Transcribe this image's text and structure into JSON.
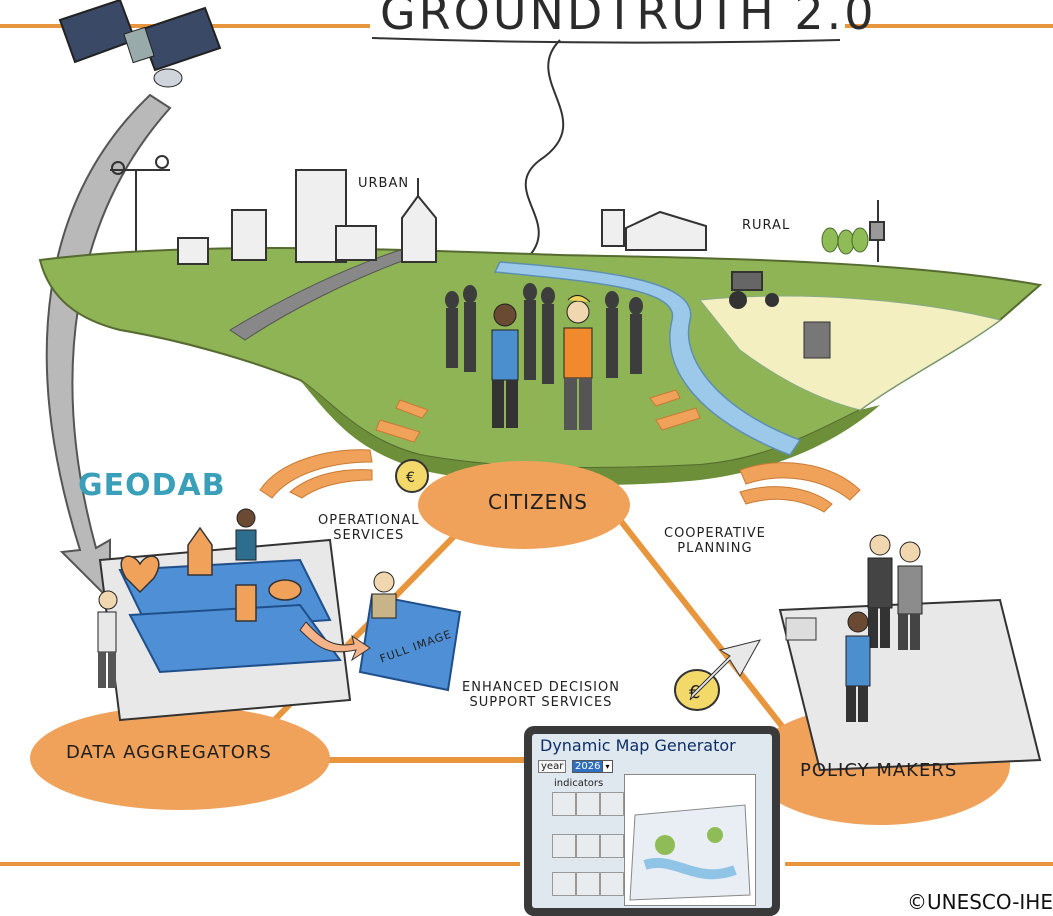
{
  "title": "GROUNDTRUTH 2.0",
  "labels": {
    "urban": "URBAN",
    "rural": "RURAL",
    "citizens": "CITIZENS",
    "operational_services": "OPERATIONAL\nSERVICES",
    "cooperative_planning": "COOPERATIVE\nPLANNING",
    "enhanced_decision": "ENHANCED DECISION\nSUPPORT SERVICES",
    "data_aggregators": "DATA AGGREGATORS",
    "policy_makers": "POLICY MAKERS",
    "full_image": "FULL IMAGE",
    "geodab_logo": "GEODAB"
  },
  "tablet": {
    "title": "Dynamic Map Generator",
    "year_label": "year",
    "year_value": "2026",
    "indicators_label": "indicators"
  },
  "copyright": "©UNESCO-IHE",
  "colors": {
    "orange": "#f0a25a",
    "orange_light": "#f6c08a",
    "ground": "#7aa64a",
    "ground_light": "#b8cf7c",
    "river": "#8fc4e6",
    "panel_blue": "#4f8fd6",
    "rule": "#e8963e"
  }
}
